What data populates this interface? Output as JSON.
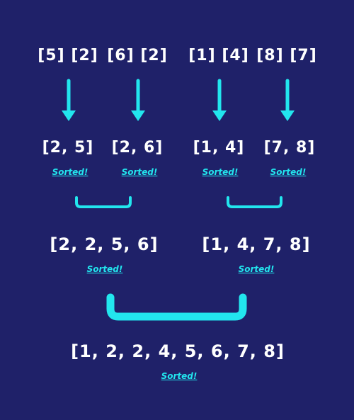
{
  "colors": {
    "background": "#1f2169",
    "accent": "#22e6ee",
    "text": "#ffffff"
  },
  "level0": [
    "[5] [2]",
    "[6] [2]",
    "[1] [4]",
    "[8] [7]"
  ],
  "level1": [
    "[2, 5]",
    "[2, 6]",
    "[1, 4]",
    "[7, 8]"
  ],
  "level2": [
    "[2, 2, 5, 6]",
    "[1, 4, 7, 8]"
  ],
  "level3": [
    "[1, 2, 2, 4, 5, 6, 7, 8]"
  ],
  "sorted_label": "Sorted!"
}
